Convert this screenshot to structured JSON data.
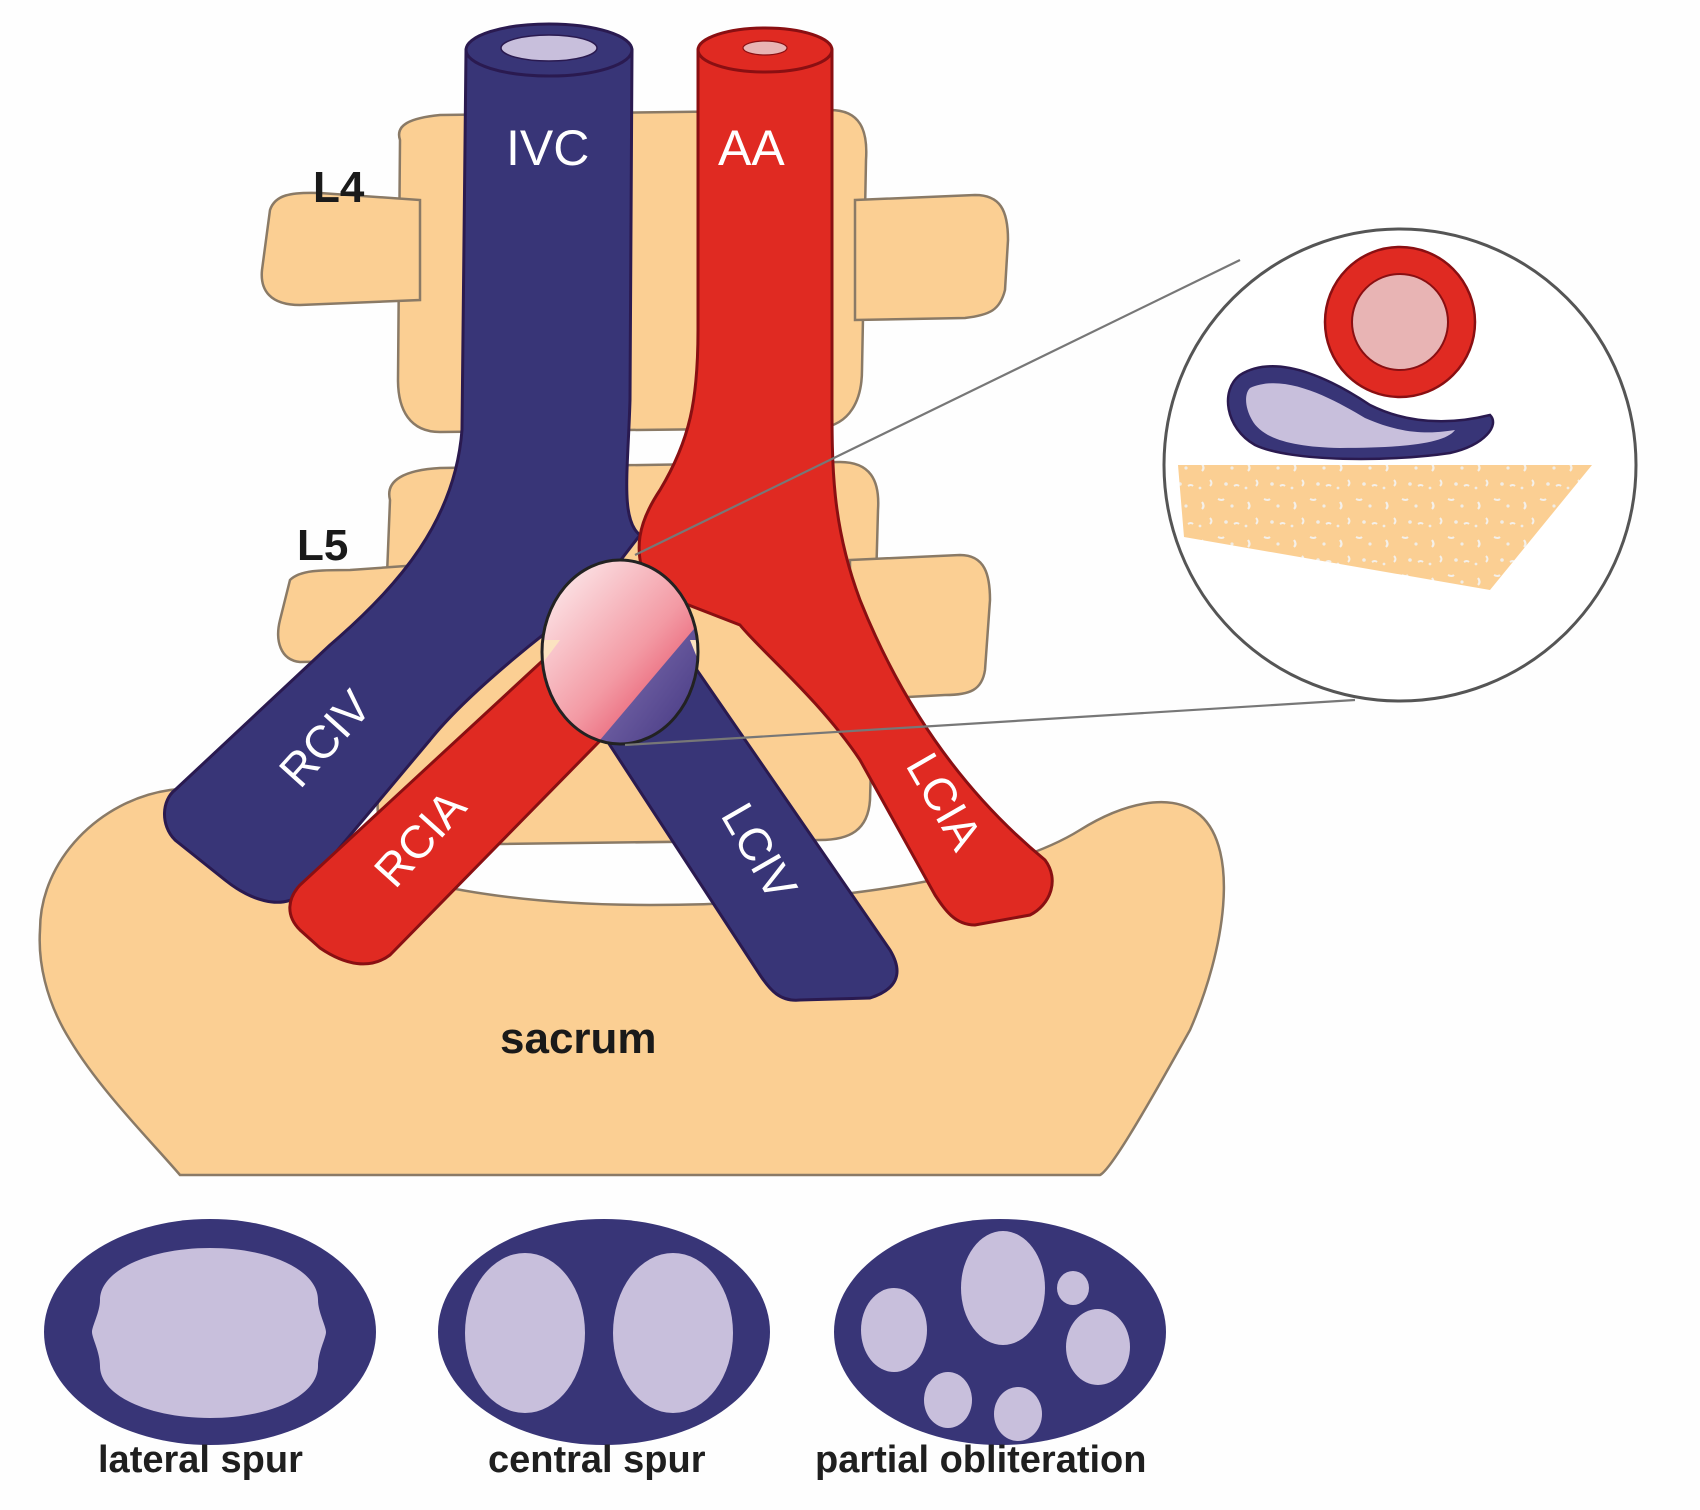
{
  "figure": {
    "subject": "Iliac vein compression (May-Thurner) schematic",
    "colors": {
      "bone": "#fbcf93",
      "bone_outline": "#8a7a66",
      "vein": "#383577",
      "vein_lumen": "#c8bfdc",
      "artery": "#e02a22",
      "artery_lumen": "#e8b4b4",
      "outline_dark": "#2a1a50",
      "magnifier_line": "#777777"
    }
  },
  "labels": {
    "vertebra_upper": "L4",
    "vertebra_lower": "L5",
    "sacrum": "sacrum",
    "ivc": "IVC",
    "aa": "AA",
    "rciv": "RCIV",
    "rcia": "RCIA",
    "lciv": "LCIV",
    "lcia": "LCIA"
  },
  "variants": [
    {
      "id": "lateral",
      "label": "lateral spur"
    },
    {
      "id": "central",
      "label": "central spur"
    },
    {
      "id": "partial",
      "label": "partial obliteration"
    }
  ]
}
